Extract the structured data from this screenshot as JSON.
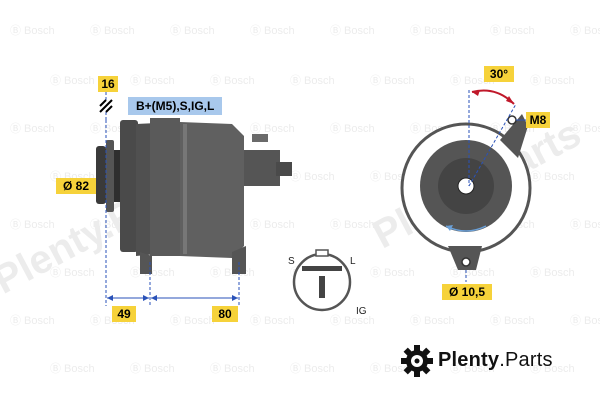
{
  "watermark": {
    "brand": "Bosch",
    "logo": "Plenty.Parts"
  },
  "drawing": {
    "torque_tag": "16",
    "connector_label": "B+(M5),S,IG,L",
    "pulley_diameter": "Ø 82",
    "dim_front": "49",
    "dim_body": "80",
    "angle": "30°",
    "mount_thread": "M8",
    "hole_diameter": "Ø 10,5",
    "terminal_s": "S",
    "terminal_l": "L",
    "terminal_ig": "IG"
  },
  "footer": {
    "brand_bold": "Plenty",
    "brand_rest": ".Parts"
  },
  "colors": {
    "tag_yellow": "#f6d23a",
    "connector_blue": "#a8c8ec",
    "dim_blue": "#2a52b8",
    "arrow_red": "#c0182a",
    "body_gray": "#4a4a4a"
  }
}
